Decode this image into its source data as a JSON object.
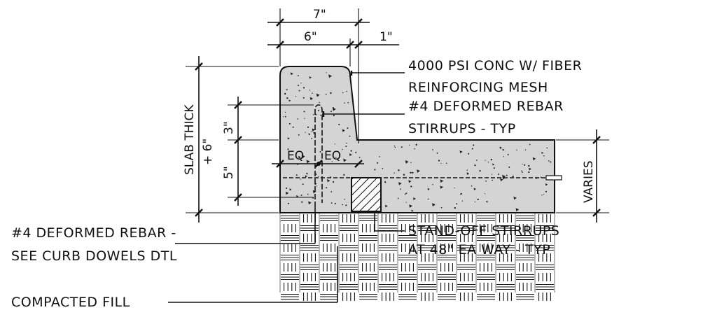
{
  "dimensions": {
    "d7": "7\"",
    "d6": "6\"",
    "d1": "1\"",
    "slab_thick": "SLAB THICK",
    "plus6": "+ 6\"",
    "d3": "3\"",
    "d5": "5\"",
    "eq": "EQ",
    "varies": "VARIES"
  },
  "callouts": {
    "conc_line1": "4000 PSI CONC W/ FIBER",
    "conc_line2": "REINFORCING MESH",
    "stirrup_line1": "#4 DEFORMED REBAR",
    "stirrup_line2": "STIRRUPS - TYP",
    "rebar_line1": "#4 DEFORMED REBAR -",
    "rebar_line2": "SEE CURB DOWELS DTL",
    "standoff_line1": "STAND-OFF STIRRUPS",
    "standoff_line2": "AT 48\" EA WAY - TYP",
    "fill": "COMPACTED FILL"
  },
  "colors": {
    "concrete": "#d4d4d4",
    "line": "#111111",
    "background": "#ffffff"
  }
}
